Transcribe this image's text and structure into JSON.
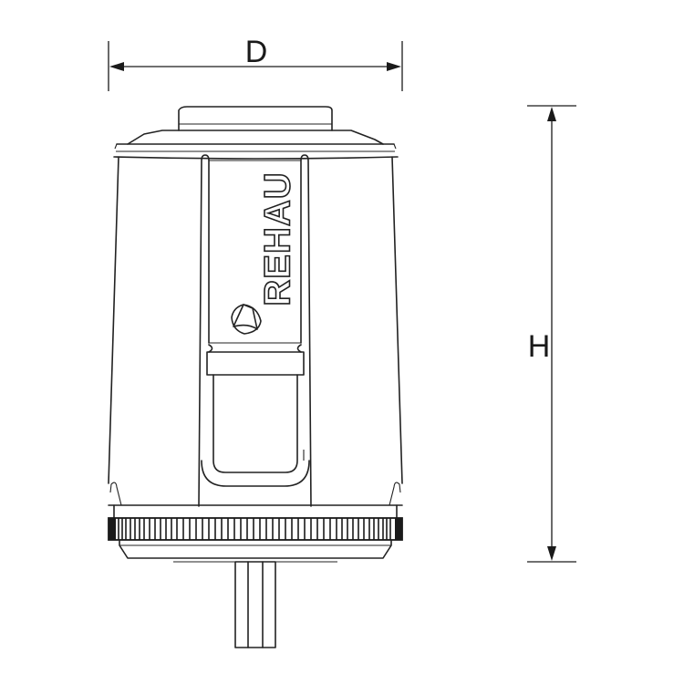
{
  "drawing": {
    "subject": "thermal actuator technical drawing",
    "brand_text": "REHAU",
    "logo_icon": "rehau-triangle-circle-logo-icon",
    "line_color": "#222222",
    "background_color": "#ffffff"
  },
  "dimensions": {
    "width": {
      "label": "D",
      "orientation": "horizontal"
    },
    "height": {
      "label": "H",
      "orientation": "vertical"
    }
  }
}
